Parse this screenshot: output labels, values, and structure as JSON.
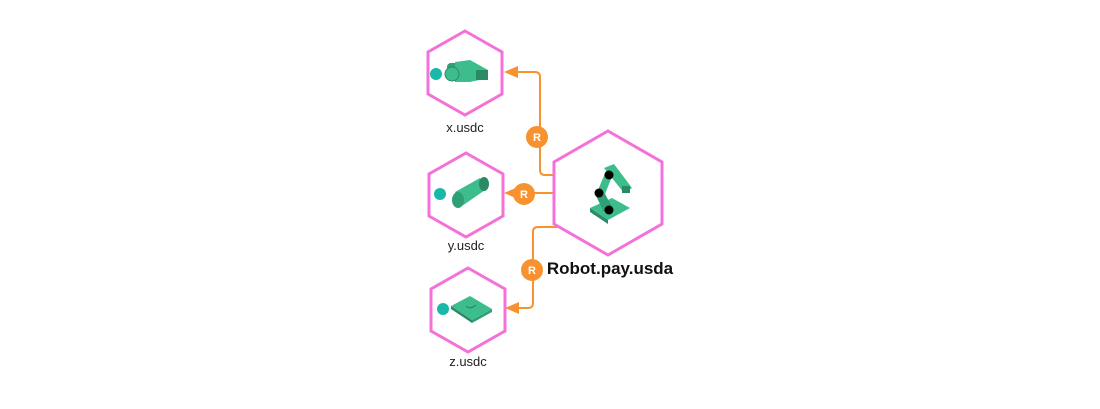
{
  "colors": {
    "hexagon": "#f472d8",
    "connector": "#f7922f",
    "asset": "#3dbd8c",
    "port": "#1ab8a8",
    "joint": "#000000"
  },
  "root": {
    "label": "Robot.pay.usda",
    "icon": "robot-arm-icon"
  },
  "children": [
    {
      "label": "x.usdc",
      "icon": "robot-upper-arm-icon",
      "relation": "R"
    },
    {
      "label": "y.usdc",
      "icon": "robot-joint-cylinder-icon",
      "relation": "R"
    },
    {
      "label": "z.usdc",
      "icon": "robot-base-plate-icon",
      "relation": "R"
    }
  ]
}
